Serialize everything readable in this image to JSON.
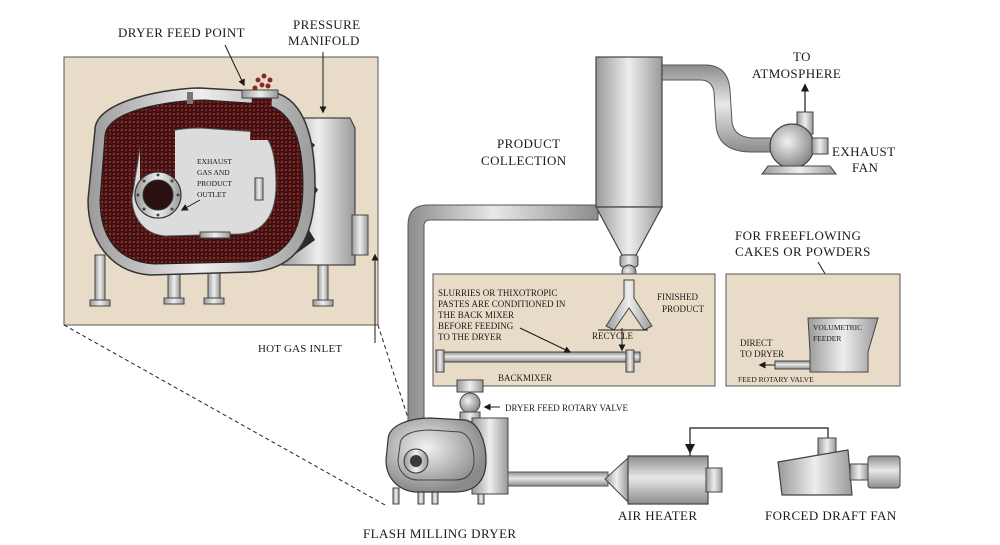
{
  "labels": {
    "dryer_feed_point": "DRYER FEED POINT",
    "pressure_1": "PRESSURE",
    "pressure_2": "MANIFOLD",
    "to_1": "TO",
    "to_2": "ATMOSPHERE",
    "product_1": "PRODUCT",
    "product_2": "COLLECTION",
    "exhaust_1": "EXHAUST",
    "exhaust_2": "FAN",
    "exhaust_outlet_1": "EXHAUST",
    "exhaust_outlet_2": "GAS AND",
    "exhaust_outlet_3": "PRODUCT",
    "exhaust_outlet_4": "OUTLET",
    "freeflow_1": "FOR FREEFLOWING",
    "freeflow_2": "CAKES OR POWDERS",
    "slurry_1": "SLURRIES OR THIXOTROPIC",
    "slurry_2": "PASTES ARE CONDITIONED IN",
    "slurry_3": "THE BACK MIXER",
    "slurry_4": "BEFORE FEEDING",
    "slurry_5": "TO THE DRYER",
    "finished_1": "FINISHED",
    "finished_2": "PRODUCT",
    "recycle": "RECYCLE",
    "backmixer": "BACKMIXER",
    "volumetric_1": "VOLUMETRIC",
    "volumetric_2": "FEEDER",
    "direct_1": "DIRECT",
    "direct_2": "TO DRYER",
    "feed_rotary_valve": "FEED ROTARY VALVE",
    "hot_gas_inlet": "HOT GAS INLET",
    "dryer_feed_rotary_valve": "DRYER FEED ROTARY VALVE",
    "flash_milling_dryer": "FLASH MILLING DRYER",
    "air_heater": "AIR HEATER",
    "forced_draft_fan": "FORCED DRAFT FAN"
  }
}
